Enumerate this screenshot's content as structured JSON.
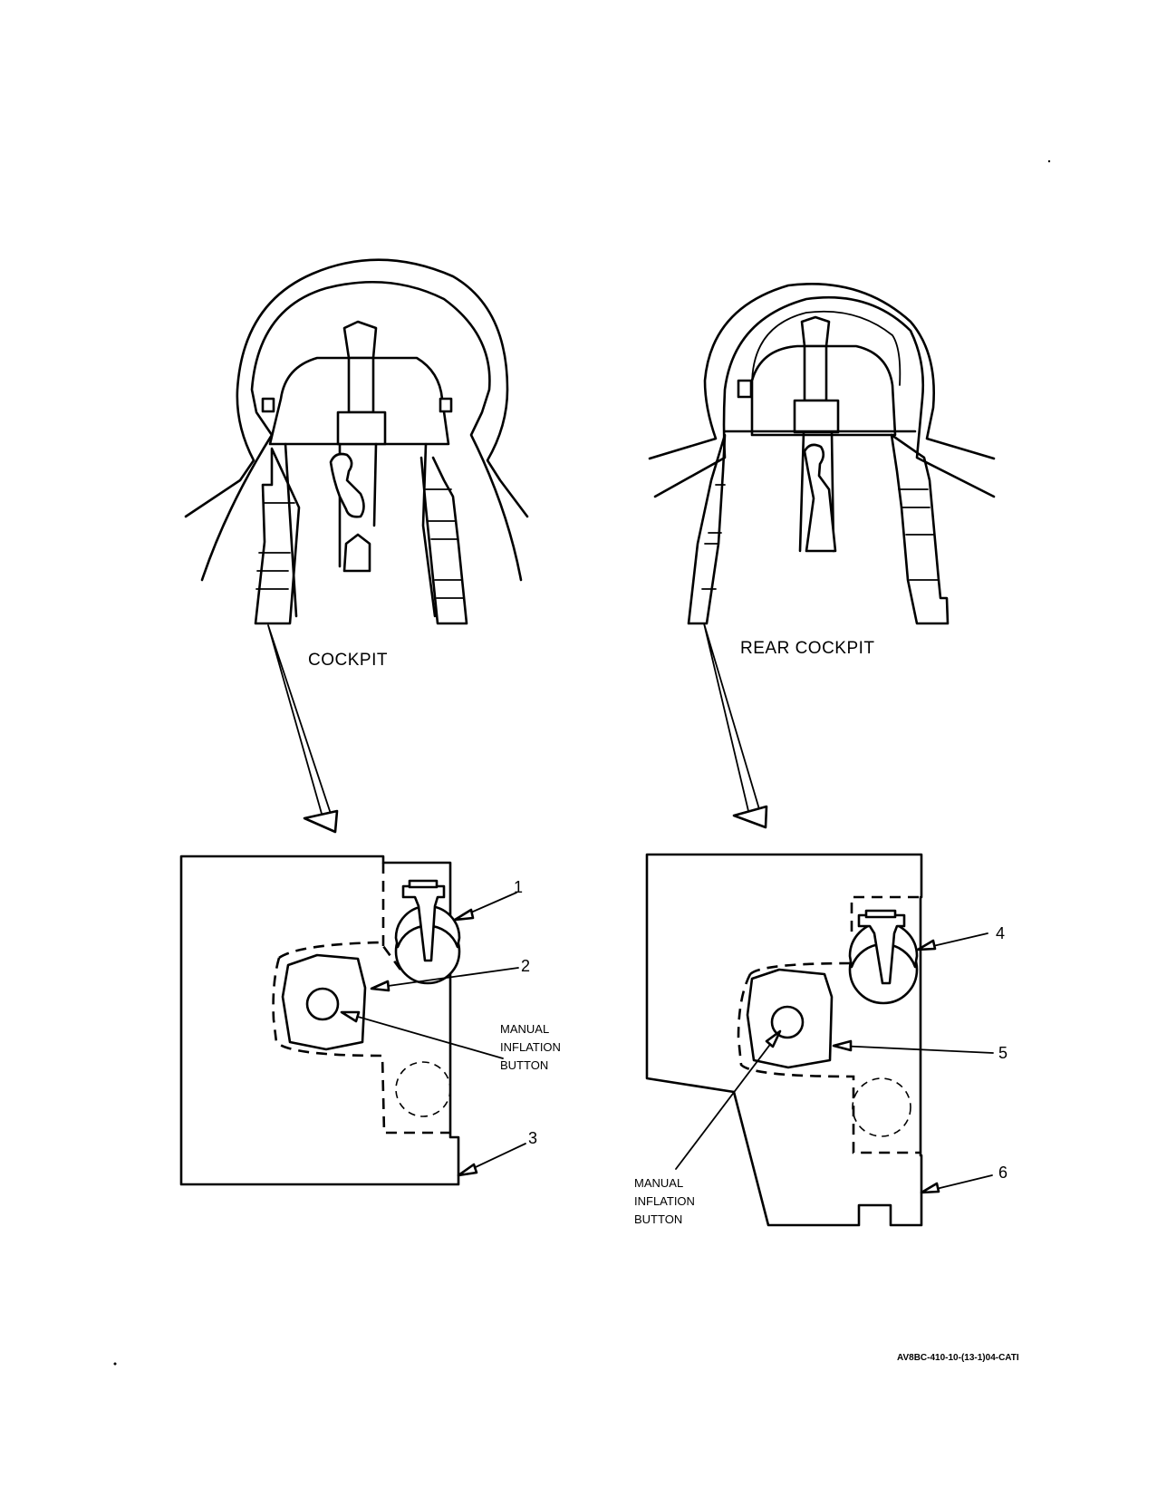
{
  "titles": {
    "left": "COCKPIT",
    "right": "REAR COCKPIT"
  },
  "callouts": [
    "1",
    "2",
    "3",
    "4",
    "5",
    "6"
  ],
  "button_label": {
    "line1": "MANUAL",
    "line2": "INFLATION",
    "line3": "BUTTON"
  },
  "figure_code": "AV8BC-410-10-(13-1)04-CATI"
}
